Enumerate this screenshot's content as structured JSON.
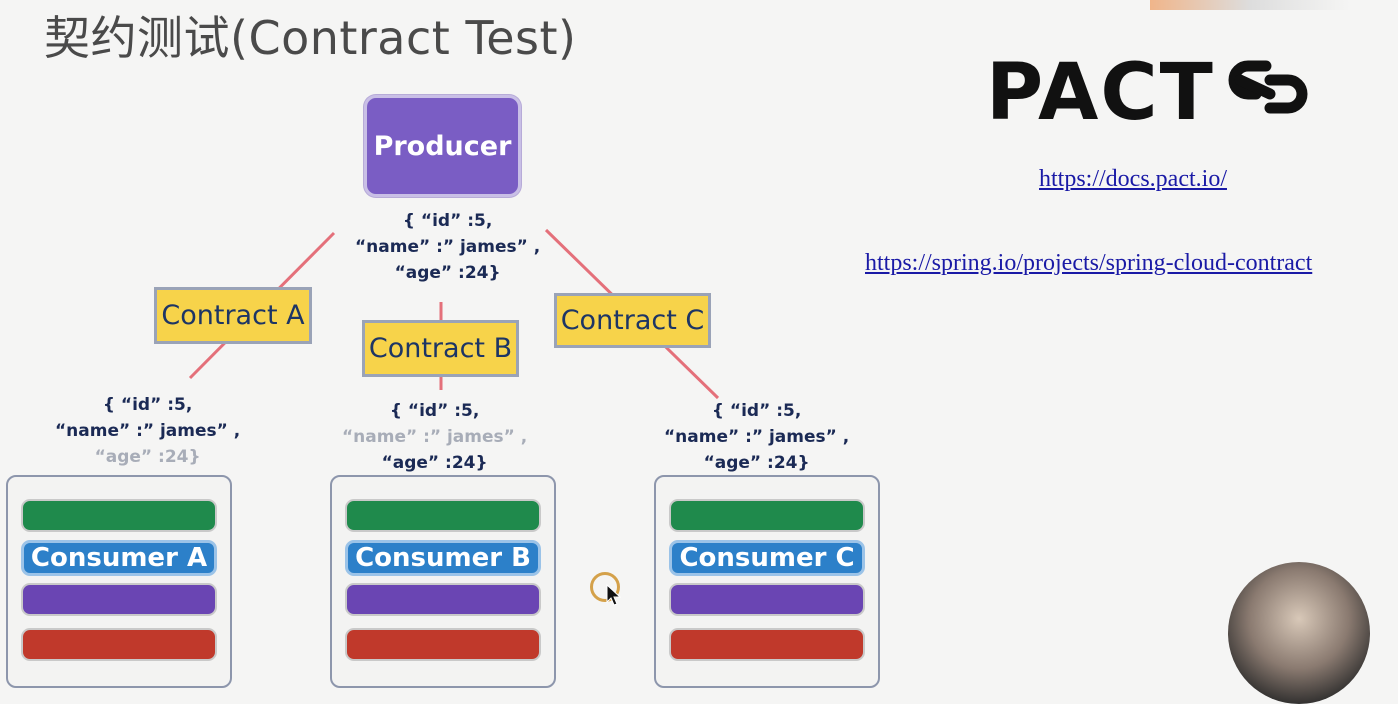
{
  "title": "契约测试(Contract Test)",
  "producer": {
    "label": "Producer"
  },
  "producer_json": {
    "line1": "{ “id” :5,",
    "line2": "“name” :” james” ,",
    "line3": "“age” :24}"
  },
  "contracts": {
    "a": "Contract A",
    "b": "Contract B",
    "c": "Contract C"
  },
  "consumer_json": {
    "a": {
      "line1": "{ “id” :5,",
      "line2": "“name” :” james” ,",
      "line3": "“age” :24}"
    },
    "b": {
      "line1": "{ “id” :5,",
      "line2": "“name” :” james” ,",
      "line3": "“age” :24}"
    },
    "c": {
      "line1": "{ “id” :5,",
      "line2": "“name” :” james” ,",
      "line3": "“age” :24}"
    }
  },
  "consumers": {
    "a": "Consumer A",
    "b": "Consumer B",
    "c": "Consumer C"
  },
  "logo": {
    "text": "PACT"
  },
  "links": {
    "pact": "https://docs.pact.io/",
    "spring": "https://spring.io/projects/spring-cloud-contract"
  },
  "colors": {
    "producer": "#7a5dc4",
    "contract": "#f7d34a",
    "connector": "#e4707a",
    "bar_green": "#1f8a4c",
    "bar_blue": "#2c80c9",
    "bar_purple": "#6a45b3",
    "bar_red": "#c0392b"
  },
  "icons": {
    "logo_mark": "chain-link-icon",
    "cursor": "mouse-pointer-icon"
  }
}
